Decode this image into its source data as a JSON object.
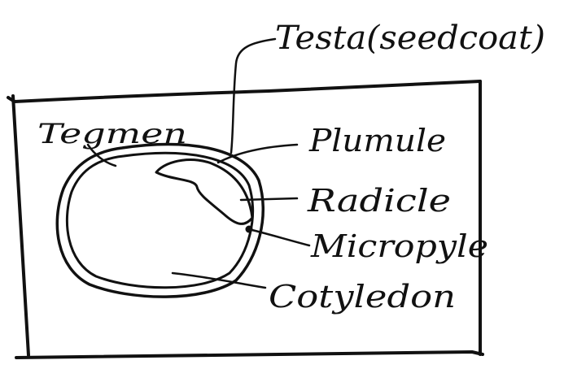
{
  "diagram": {
    "ink_color": "#111111",
    "background_color": "#ffffff",
    "labels": {
      "testa": "Testa(seedcoat)",
      "tegmen": "Tegmen",
      "plumule": "Plumule",
      "radicle": "Radicle",
      "micropyle": "Micropyle",
      "cotyledon": "Cotyledon"
    }
  }
}
